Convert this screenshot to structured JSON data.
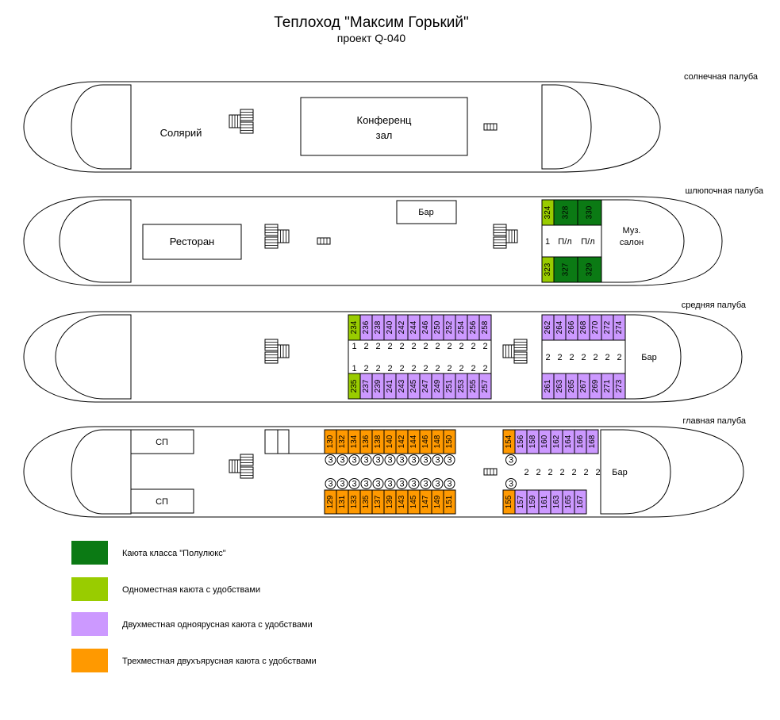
{
  "title": "Теплоход \"Максим Горький\"",
  "subtitle": "проект Q-040",
  "colors": {
    "semilux": "#0b7a14",
    "single": "#99cc00",
    "double": "#cc99ff",
    "triple": "#ff9900",
    "outline": "#000000",
    "background": "#ffffff"
  },
  "decks": {
    "sun": {
      "name": "солнечная палуба",
      "rooms": {
        "solarium": "Солярий",
        "conference_1": "Конференц",
        "conference_2": "зал"
      }
    },
    "boat": {
      "name": "шлюпочная палуба",
      "rooms": {
        "bar": "Бар",
        "restaurant": "Ресторан",
        "music_1": "Муз.",
        "music_2": "салон"
      },
      "cabins_top": [
        {
          "num": "324",
          "type": "single"
        },
        {
          "num": "328",
          "type": "semilux"
        },
        {
          "num": "330",
          "type": "semilux"
        }
      ],
      "cabins_bottom": [
        {
          "num": "323",
          "type": "single"
        },
        {
          "num": "327",
          "type": "semilux"
        },
        {
          "num": "329",
          "type": "semilux"
        }
      ],
      "capacity_labels": [
        "1",
        "П/л",
        "П/л"
      ]
    },
    "middle": {
      "name": "средняя палуба",
      "rooms": {
        "bar": "Бар"
      },
      "fwd_top": [
        {
          "num": "234",
          "type": "single"
        },
        {
          "num": "236",
          "type": "double"
        },
        {
          "num": "238",
          "type": "double"
        },
        {
          "num": "240",
          "type": "double"
        },
        {
          "num": "242",
          "type": "double"
        },
        {
          "num": "244",
          "type": "double"
        },
        {
          "num": "246",
          "type": "double"
        },
        {
          "num": "250",
          "type": "double"
        },
        {
          "num": "252",
          "type": "double"
        },
        {
          "num": "254",
          "type": "double"
        },
        {
          "num": "256",
          "type": "double"
        },
        {
          "num": "258",
          "type": "double"
        }
      ],
      "fwd_bottom": [
        {
          "num": "235",
          "type": "single"
        },
        {
          "num": "237",
          "type": "double"
        },
        {
          "num": "239",
          "type": "double"
        },
        {
          "num": "241",
          "type": "double"
        },
        {
          "num": "243",
          "type": "double"
        },
        {
          "num": "245",
          "type": "double"
        },
        {
          "num": "247",
          "type": "double"
        },
        {
          "num": "249",
          "type": "double"
        },
        {
          "num": "251",
          "type": "double"
        },
        {
          "num": "253",
          "type": "double"
        },
        {
          "num": "255",
          "type": "double"
        },
        {
          "num": "257",
          "type": "double"
        }
      ],
      "fwd_cap_top": [
        "1",
        "2",
        "2",
        "2",
        "2",
        "2",
        "2",
        "2",
        "2",
        "2",
        "2",
        "2"
      ],
      "fwd_cap_bottom": [
        "1",
        "2",
        "2",
        "2",
        "2",
        "2",
        "2",
        "2",
        "2",
        "2",
        "2",
        "2"
      ],
      "aft_top": [
        {
          "num": "262",
          "type": "double"
        },
        {
          "num": "264",
          "type": "double"
        },
        {
          "num": "266",
          "type": "double"
        },
        {
          "num": "268",
          "type": "double"
        },
        {
          "num": "270",
          "type": "double"
        },
        {
          "num": "272",
          "type": "double"
        },
        {
          "num": "274",
          "type": "double"
        }
      ],
      "aft_bottom": [
        {
          "num": "261",
          "type": "double"
        },
        {
          "num": "263",
          "type": "double"
        },
        {
          "num": "265",
          "type": "double"
        },
        {
          "num": "267",
          "type": "double"
        },
        {
          "num": "269",
          "type": "double"
        },
        {
          "num": "271",
          "type": "double"
        },
        {
          "num": "273",
          "type": "double"
        }
      ],
      "aft_cap": [
        "2",
        "2",
        "2",
        "2",
        "2",
        "2",
        "2"
      ]
    },
    "main": {
      "name": "главная палуба",
      "rooms": {
        "sp_1": "СП",
        "sp_2": "СП",
        "bar": "Бар"
      },
      "fwd_top": [
        {
          "num": "130",
          "type": "triple"
        },
        {
          "num": "132",
          "type": "triple"
        },
        {
          "num": "134",
          "type": "triple"
        },
        {
          "num": "136",
          "type": "triple"
        },
        {
          "num": "138",
          "type": "triple"
        },
        {
          "num": "140",
          "type": "triple"
        },
        {
          "num": "142",
          "type": "triple"
        },
        {
          "num": "144",
          "type": "triple"
        },
        {
          "num": "146",
          "type": "triple"
        },
        {
          "num": "148",
          "type": "triple"
        },
        {
          "num": "150",
          "type": "triple"
        }
      ],
      "fwd_bottom": [
        {
          "num": "129",
          "type": "triple"
        },
        {
          "num": "131",
          "type": "triple"
        },
        {
          "num": "133",
          "type": "triple"
        },
        {
          "num": "135",
          "type": "triple"
        },
        {
          "num": "137",
          "type": "triple"
        },
        {
          "num": "139",
          "type": "triple"
        },
        {
          "num": "143",
          "type": "triple"
        },
        {
          "num": "145",
          "type": "triple"
        },
        {
          "num": "147",
          "type": "triple"
        },
        {
          "num": "149",
          "type": "triple"
        },
        {
          "num": "151",
          "type": "triple"
        }
      ],
      "fwd_cap": [
        "3",
        "3",
        "3",
        "3",
        "3",
        "3",
        "3",
        "3",
        "3",
        "3",
        "3"
      ],
      "aft_top": [
        {
          "num": "154",
          "type": "triple"
        },
        {
          "num": "156",
          "type": "double"
        },
        {
          "num": "158",
          "type": "double"
        },
        {
          "num": "160",
          "type": "double"
        },
        {
          "num": "162",
          "type": "double"
        },
        {
          "num": "164",
          "type": "double"
        },
        {
          "num": "166",
          "type": "double"
        },
        {
          "num": "168",
          "type": "double"
        }
      ],
      "aft_bottom": [
        {
          "num": "155",
          "type": "triple"
        },
        {
          "num": "157",
          "type": "double"
        },
        {
          "num": "159",
          "type": "double"
        },
        {
          "num": "161",
          "type": "double"
        },
        {
          "num": "163",
          "type": "double"
        },
        {
          "num": "165",
          "type": "double"
        },
        {
          "num": "167",
          "type": "double"
        }
      ],
      "aft_cap_first": "3",
      "aft_cap": [
        "2",
        "2",
        "2",
        "2",
        "2",
        "2",
        "2"
      ]
    }
  },
  "legend": [
    {
      "type": "semilux",
      "label": "Каюта класса \"Полулюкс\""
    },
    {
      "type": "single",
      "label": "Одноместная каюта с удобствами"
    },
    {
      "type": "double",
      "label": "Двухместная одноярусная каюта с удобствами"
    },
    {
      "type": "triple",
      "label": "Трехместная двухъярусная каюта с удобствами"
    }
  ]
}
